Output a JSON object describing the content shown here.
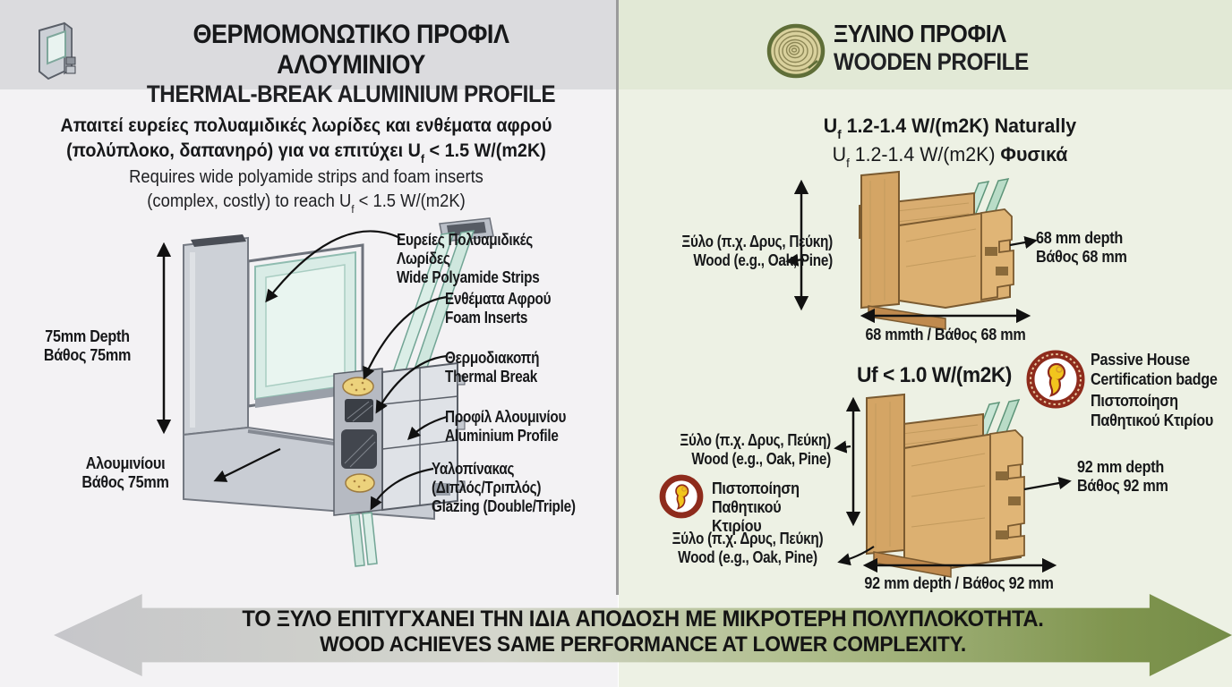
{
  "left": {
    "header": {
      "icon": "aluminium-profile-icon",
      "title_gr": "ΘΕΡΜΟΜΟΝΩΤΙΚΟ ΠΡΟΦΙΛ ΑΛΟΥΜΙΝΙΟΥ",
      "title_en": "THERMAL-BREAK ALUMINIUM PROFILE"
    },
    "description": {
      "gr_line1": "Απαιτεί ευρείες πολυαμιδικές λωρίδες και ενθέματα αφρού",
      "gr_line2_pre": "(πολύπλοκο, δαπανηρό) για να επιτύχει U",
      "sub_f": "f",
      "gr_line2_post": " < 1.5 W/(m2K)",
      "en_line1": "Requires wide polyamide strips and foam inserts",
      "en_line2_pre": "(complex, costly) to reach U",
      "en_line2_post": " < 1.5 W/(m2K)"
    },
    "dim_depth": {
      "en": "75mm Depth",
      "gr": "Βάθος 75mm"
    },
    "alu_label": {
      "line1": "Αλουμινίουι",
      "line2": "Βάθος 75mm"
    },
    "callouts": [
      {
        "gr": "Ευρείες Πολυαμιδικές Λωρίδες",
        "en": "Wide Polyamide Strips"
      },
      {
        "gr": "Ενθέματα Αφρού",
        "en": "Foam Inserts"
      },
      {
        "gr": "Θερμοδιακοπή",
        "en": "Thermal Break"
      },
      {
        "gr": "Προφίλ Αλουμινίου",
        "en": "Aluminium Profile"
      }
    ],
    "glazing": {
      "gr1": "Υαλοπίνακας",
      "gr2": "(Διπλός/Τριπλός)",
      "en": "Glazing (Double/Triple)"
    }
  },
  "right": {
    "header": {
      "icon": "wood-log-icon",
      "title_gr": "ΞΥΛΙΝΟ ΠΡΟΦΙΛ",
      "title_en": "WOODEN PROFILE"
    },
    "top": {
      "l1_pre": "U",
      "l1_sub": "f",
      "l1_post": " 1.2-1.4 W/(m2K) Naturally",
      "l2_pre": "U",
      "l2_sub": "f",
      "l2_post": " 1.2-1.4 W/(m2K) ",
      "l2_bold": "Φυσικά"
    },
    "p68": {
      "wood_gr": "Ξύλο (π.χ. Δρυς, Πεύκη)",
      "wood_en": "Wood (e.g., Oak, Pine)",
      "depth_en": "68 mm depth",
      "depth_gr": "Βάθος 68 mm",
      "width": "68 mmth / Βάθος 68 mm"
    },
    "uf10": "Uf < 1.0 W/(m2K)",
    "badge": {
      "icon": "passive-house-badge",
      "en1": "Passive House",
      "en2": "Certification badge",
      "gr1": "Πιστοποίηση",
      "gr2": "Παθητικού Κτιρίου"
    },
    "p92": {
      "wood_top_gr": "Ξύλο (π.χ. Δρυς, Πεύκη)",
      "wood_top_en": "Wood (e.g., Oak, Pine)",
      "cert1": "Πιστοποίηση",
      "cert2": "Παθητικού Κτιρίου",
      "wood_bot_gr": "Ξύλο (π.χ. Δρυς, Πεύκη)",
      "wood_bot_en": "Wood (e.g., Oak, Pine)",
      "depth_en": "92 mm depth",
      "depth_gr": "Βάθος 92 mm",
      "width": "92 mm depth / Βάθος 92 mm"
    }
  },
  "banner": {
    "line_gr": "ΤΟ ΞΥΛΟ ΕΠΙΤΥΓΧΑΝΕΙ ΤΗΝ ΙΔΙΑ ΑΠΟΔΟΣΗ ΜΕ ΜΙΚΡΟΤΕΡΗ ΠΟΛΥΠΛΟΚΟΤΗΤΑ.",
    "line_en": "WOOD ACHIEVES SAME PERFORMANCE AT LOWER COMPLEXITY."
  },
  "colors": {
    "left_bg": "#f3f2f4",
    "left_header_bg": "#dbdbde",
    "right_bg": "#edf1e4",
    "right_header_bg": "#e2e9d6",
    "divider": "#9b9b9b",
    "wood": "#d6a96c",
    "glass": "#cfe7de",
    "badge_ring": "#8e2b1c",
    "badge_gold": "#f2c51d",
    "banner_gray": "#c6c6ca",
    "banner_green": "#748c47"
  }
}
